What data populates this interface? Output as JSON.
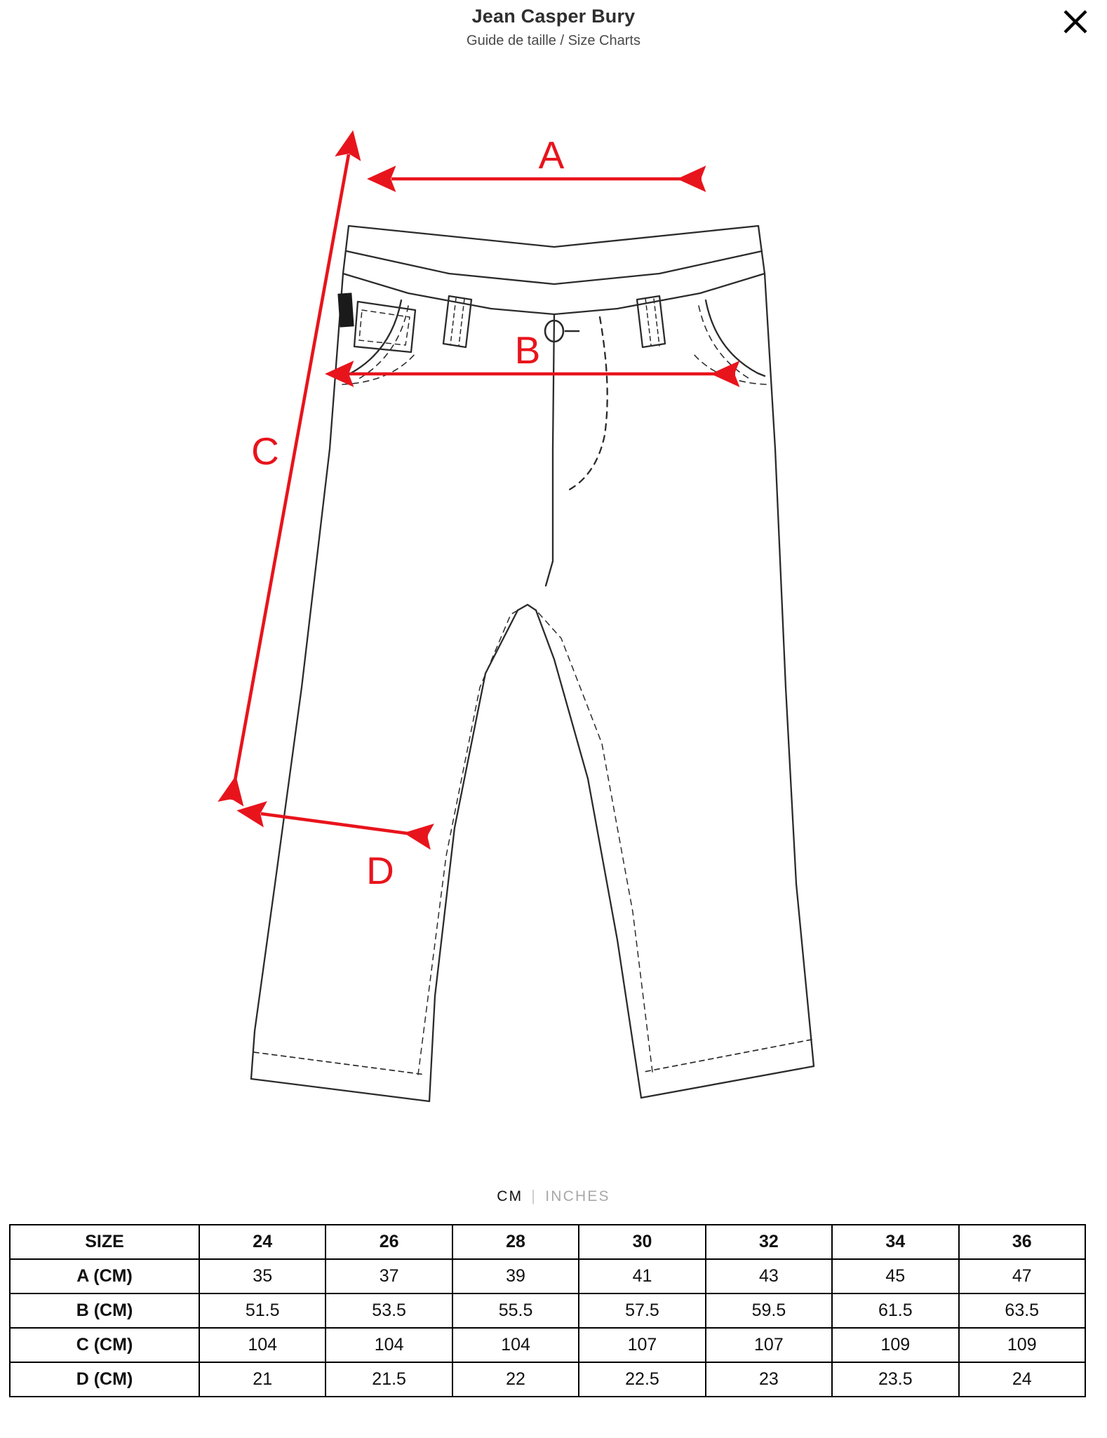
{
  "header": {
    "title": "Jean Casper Bury",
    "subtitle": "Guide de taille / Size Charts",
    "close_label": "✕",
    "close_icon": "close-icon"
  },
  "diagram": {
    "alt": "Technical flat drawing of jeans with measurement arrows",
    "labels": {
      "a": "A",
      "b": "B",
      "c": "C",
      "d": "D"
    },
    "accent_color": "#e8141c",
    "line_color": "#2b2b2b"
  },
  "units": {
    "active": "CM",
    "cm_label": "CM",
    "separator": "|",
    "inches_label": "INCHES"
  },
  "chart_data": {
    "type": "table",
    "title": "Jean Casper Bury Size Chart",
    "unit": "CM",
    "columns": [
      "SIZE",
      "24",
      "26",
      "28",
      "30",
      "32",
      "34",
      "36"
    ],
    "rows": [
      {
        "label": "A (CM)",
        "values": [
          "35",
          "37",
          "39",
          "41",
          "43",
          "45",
          "47"
        ]
      },
      {
        "label": "B (CM)",
        "values": [
          "51.5",
          "53.5",
          "55.5",
          "57.5",
          "59.5",
          "61.5",
          "63.5"
        ]
      },
      {
        "label": "C (CM)",
        "values": [
          "104",
          "104",
          "104",
          "107",
          "107",
          "109",
          "109"
        ]
      },
      {
        "label": "D (CM)",
        "values": [
          "21",
          "21.5",
          "22",
          "22.5",
          "23",
          "23.5",
          "24"
        ]
      }
    ]
  }
}
